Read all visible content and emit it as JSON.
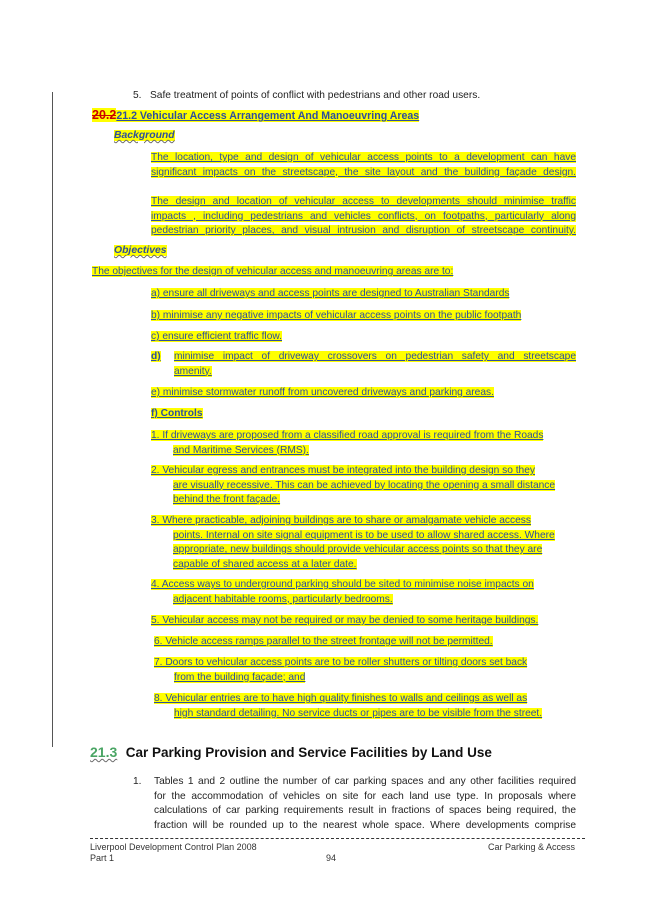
{
  "item5": {
    "num": "5.",
    "text": "Safe treatment of points of conflict with pedestrians and other road users."
  },
  "heading_old_num": "20.2",
  "heading_new": "21.2 Vehicular Access Arrangement And Manoeuvring Areas",
  "background_label": "Background",
  "bg_para1": [
    "The location, type and design of vehicular access points to a development can have",
    "significant impacts on the streetscape, the site layout and the building façade design."
  ],
  "bg_para2": [
    "The design and location of vehicular access to developments should minimise traffic",
    "impacts , including pedestrians and vehicles conflicts, on footpaths, particularly along",
    "pedestrian priority places, and visual intrusion and disruption of streetscape continuity."
  ],
  "objectives_label": "Objectives",
  "objectives_intro": "The objectives for the design of vehicular access and manoeuvring areas are to:",
  "obj_a": "a)   ensure all driveways and access points are designed to Australian Standards",
  "obj_b": "b)   minimise any negative impacts of vehicular access points on the public footpath",
  "obj_c": "c)   ensure efficient traffic flow.",
  "obj_d_label": "d)",
  "obj_d": [
    "minimise  impact  of  driveway  crossovers  on  pedestrian  safety  and  streetscape",
    "amenity."
  ],
  "obj_e": "e)   minimise stormwater runoff from uncovered driveways and parking areas.",
  "controls_label": "f)    Controls",
  "c1": [
    "1.   If driveways are proposed from a classified road approval is required from the Roads",
    "and Maritime Services (RMS)."
  ],
  "c2": [
    "2.   Vehicular egress and entrances must be integrated into the building design so they",
    "are visually recessive. This can be achieved by locating the opening a small distance",
    "behind the front façade."
  ],
  "c3": [
    "3.   Where practicable, adjoining buildings are to share or amalgamate vehicle access",
    "points. Internal on site signal equipment is to be used to allow shared access. Where",
    "appropriate, new buildings should provide vehicular access points so that they are",
    "capable of shared access at a later date."
  ],
  "c4": [
    "4.   Access ways to underground parking should be sited to minimise noise impacts on",
    "adjacent habitable rooms, particularly bedrooms."
  ],
  "c5": "5.   Vehicular access may not be required or may be denied to some heritage buildings.",
  "c6": "6.    Vehicle access ramps parallel to the street frontage will not be permitted.",
  "c7": [
    "7.    Doors to vehicular access points are to be roller shutters or tilting doors set back",
    "from the building façade; and"
  ],
  "c8": [
    "8.    Vehicular entries are to have high quality finishes to walls and ceilings as well as",
    "high standard detailing. No service ducts or pipes are to be visible from the street."
  ],
  "section_num": "21.3",
  "section_title": "Car Parking Provision and Service Facilities by Land Use",
  "p1_num": "1.",
  "p1": [
    "Tables 1 and 2 outline the number of car parking spaces and any other facilities required",
    "for the accommodation of vehicles on site for each land use type. In proposals where",
    "calculations of car parking requirements result in fractions of spaces being required, the",
    "fraction will be rounded up to the nearest whole space. Where developments comprise"
  ],
  "footer": {
    "left1": "Liverpool Development Control Plan 2008",
    "left2": "Part 1",
    "center": "94",
    "right": "Car Parking & Access"
  }
}
